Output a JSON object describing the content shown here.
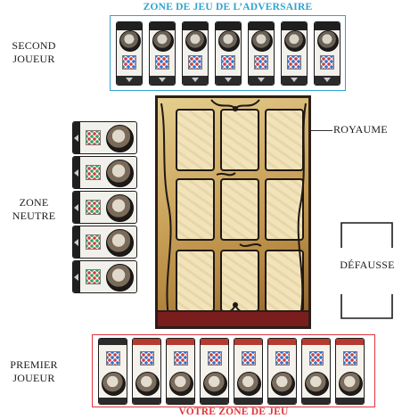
{
  "labels": {
    "opponent_zone": "ZONE DE JEU DE L’ADVERSAIRE",
    "your_zone": "VOTRE ZONE DE JEU",
    "second_player_line1": "SECOND",
    "second_player_line2": "JOUEUR",
    "neutral_zone_line1": "ZONE",
    "neutral_zone_line2": "NEUTRE",
    "first_player_line1": "PREMIER",
    "first_player_line2": "JOUEUR",
    "kingdom": "ROYAUME",
    "discard": "DÉFAUSSE"
  },
  "colors": {
    "opponent_border": "#2ea3cf",
    "your_border": "#e0333a",
    "card_header_red": "#b93a30",
    "board_frame": "#2b1e18"
  },
  "counts": {
    "opponent_cards": 7,
    "neutral_cards": 5,
    "your_cards": 8,
    "kingdom_slots": 9
  }
}
